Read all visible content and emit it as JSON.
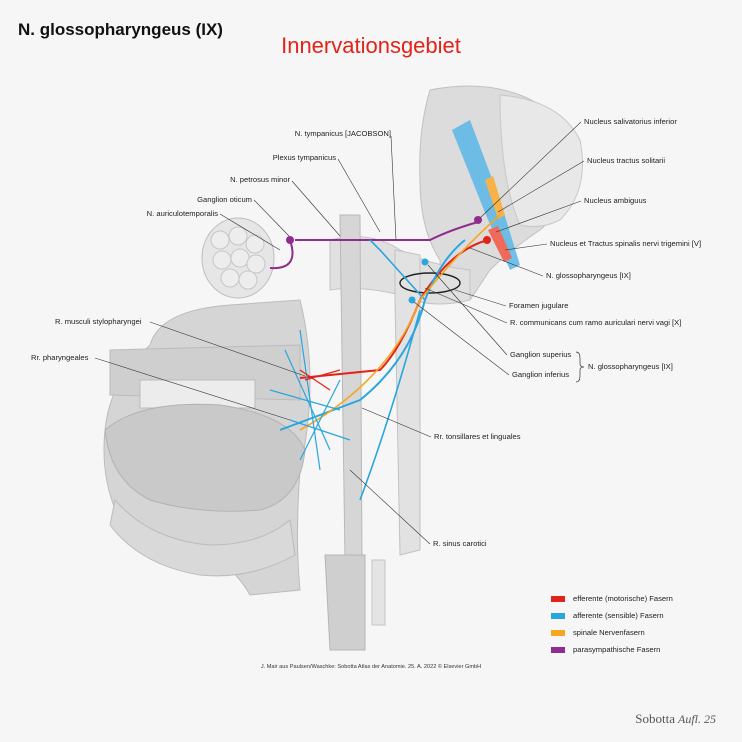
{
  "title": "N. glossopharyngeus (IX)",
  "subtitle": "Innervationsgebiet",
  "labels": {
    "n_tympanicus": "N. tympanicus [JACOBSON]",
    "plexus_tympanicus": "Plexus tympanicus",
    "n_petrosus_minor": "N. petrosus minor",
    "ganglion_oticum": "Ganglion oticum",
    "n_auriculotemporalis": "N. auriculotemporalis",
    "r_musculi_stylopharyngei": "R. musculi stylopharyngei",
    "rr_pharyngeales": "Rr. pharyngeales",
    "nucleus_salivatorius_inferior": "Nucleus salivatorius inferior",
    "nucleus_tractus_solitarii": "Nucleus tractus solitarii",
    "nucleus_ambiguus": "Nucleus ambiguus",
    "nucleus_tractus_spinalis": "Nucleus et Tractus spinalis nervi trigemini [V]",
    "n_glossopharyngeus": "N. glossopharyngeus [IX]",
    "foramen_jugulare": "Foramen jugulare",
    "r_communicans": "R. communicans cum ramo auriculari nervi vagi [X]",
    "ganglion_superius": "Ganglion superius",
    "ganglion_inferius": "Ganglion inferius",
    "ganglia_group": "N. glossopharyngeus [IX]",
    "rr_tonsillares": "Rr. tonsillares et linguales",
    "r_sinus_carotici": "R. sinus carotici"
  },
  "legend": [
    {
      "label": "efferente (motorische) Fasern",
      "color": "#e2231a"
    },
    {
      "label": "afferente (sensible) Fasern",
      "color": "#2aa6de"
    },
    {
      "label": "spinale Nervenfasern",
      "color": "#f5a623"
    },
    {
      "label": "parasympathische Fasern",
      "color": "#8e2d8e"
    }
  ],
  "credit": "J. Mair aus Paulsen/Waschke: Sobotta Atlas der Anatomie. 25. A. 2022 © Elsevier GmbH",
  "brand": "Sobotta",
  "brand_edition": "Aufl. 25"
}
